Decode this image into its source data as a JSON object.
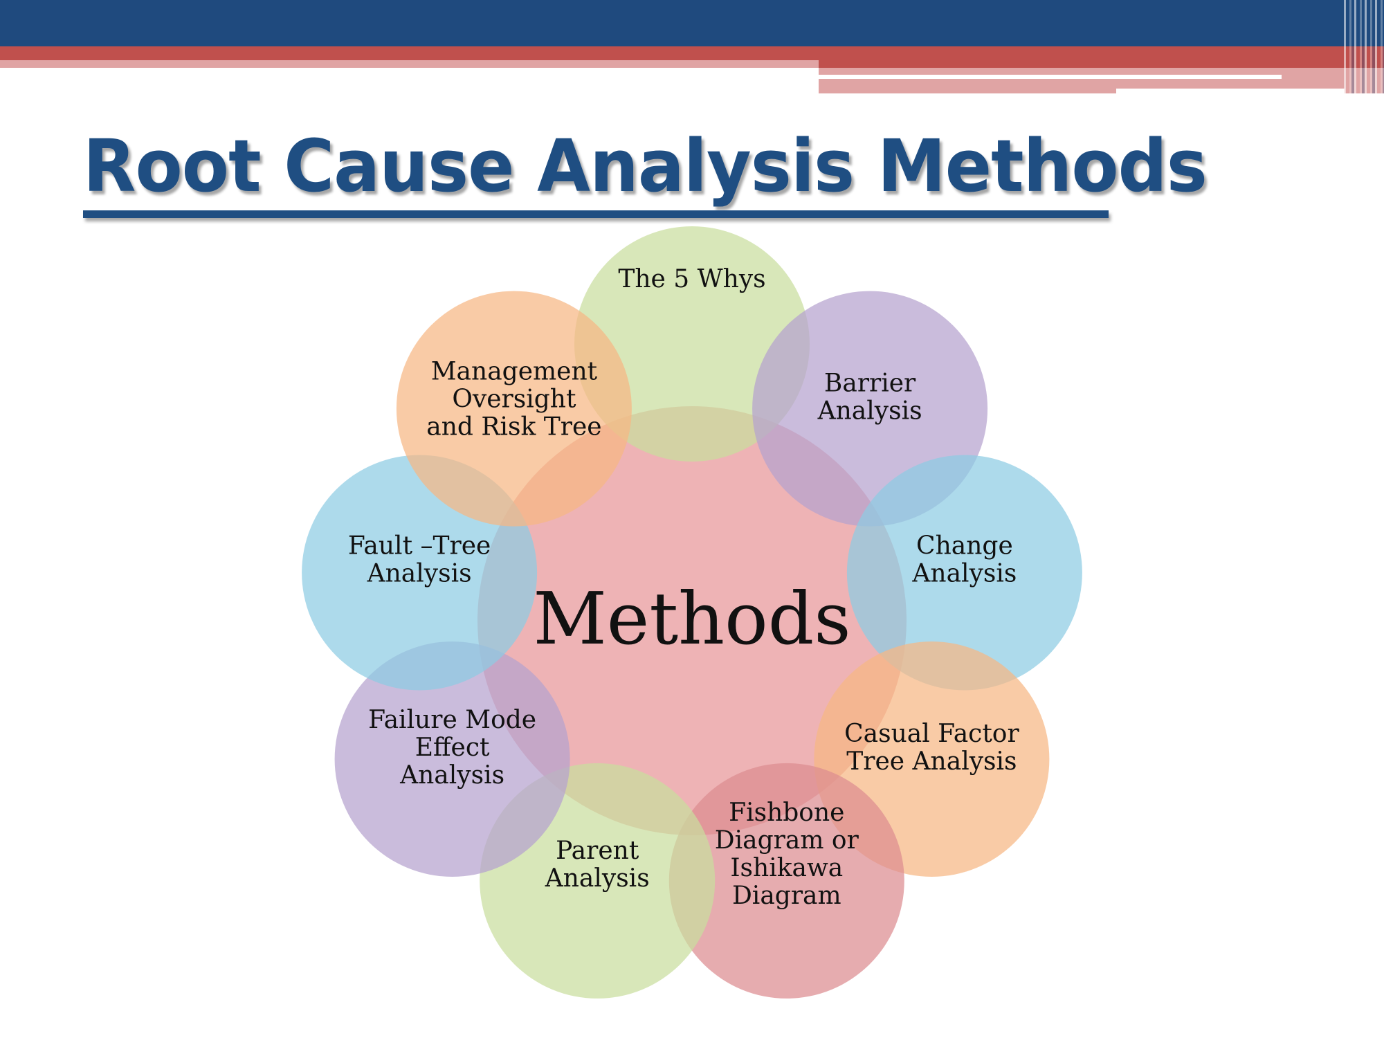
{
  "slide": {
    "title": "Root Cause Analysis Methods",
    "colors": {
      "header_blue": "#1F4A7E",
      "header_red": "#C0504D",
      "header_pink": "#E0A4A4",
      "title_blue": "#1F4E82"
    }
  },
  "diagram": {
    "center": {
      "label": "Methods",
      "color": "#E89A9C"
    },
    "methods": [
      {
        "lines": [
          "The 5 Whys"
        ],
        "color": "#C9DE9E"
      },
      {
        "lines": [
          "Barrier",
          "Analysis"
        ],
        "color": "#B6A2CF"
      },
      {
        "lines": [
          "Change",
          "Analysis"
        ],
        "color": "#8ECCE3"
      },
      {
        "lines": [
          "Casual Factor",
          "Tree Analysis"
        ],
        "color": "#F7B784"
      },
      {
        "lines": [
          "Fishbone",
          "Diagram or",
          "Ishikawa",
          "Diagram"
        ],
        "color": "#DC8C90"
      },
      {
        "lines": [
          "Parent",
          "Analysis"
        ],
        "color": "#C9DE9E"
      },
      {
        "lines": [
          "Failure Mode",
          "Effect",
          "Analysis"
        ],
        "color": "#B6A2CF"
      },
      {
        "lines": [
          "Fault –Tree",
          "Analysis"
        ],
        "color": "#8ECCE3"
      },
      {
        "lines": [
          "Management",
          "Oversight",
          "and Risk Tree"
        ],
        "color": "#F7B784"
      }
    ]
  }
}
